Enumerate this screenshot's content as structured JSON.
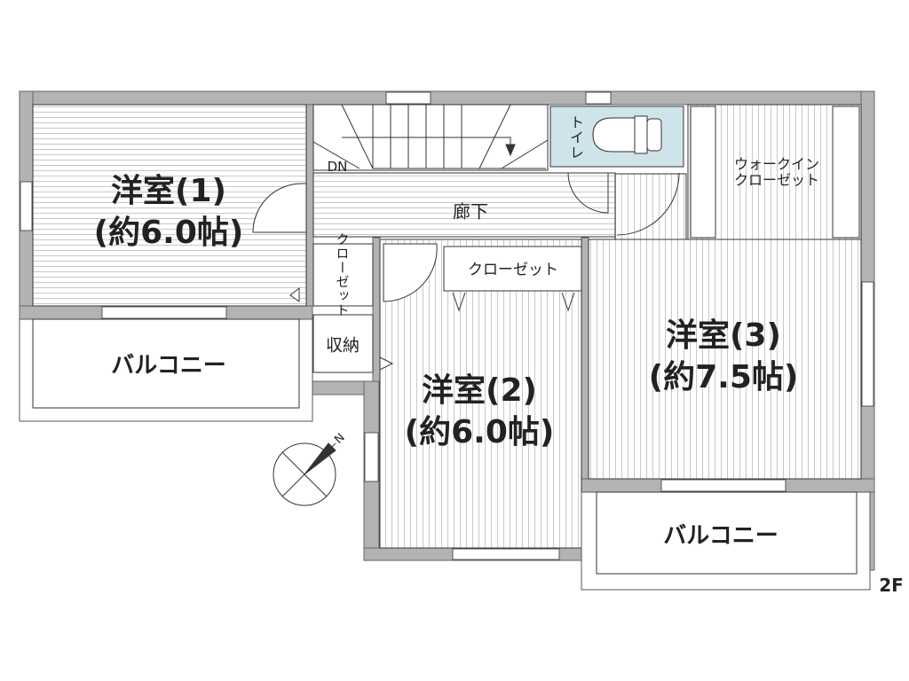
{
  "floor": "2F",
  "rooms": {
    "room1": {
      "name": "洋室(1)",
      "size": "(約6.0帖)"
    },
    "room2": {
      "name": "洋室(2)",
      "size": "(約6.0帖)"
    },
    "room3": {
      "name": "洋室(3)",
      "size": "(約7.5帖)"
    },
    "hallway": "廊下",
    "toilet": "トイレ",
    "walk_in_closet": [
      "ウォークイン",
      "クローゼット"
    ],
    "closet_small_col1": "クロー",
    "closet_small_col2": "ゼット",
    "closet_room2": "クローゼット",
    "storage": "収納",
    "balcony_left": "バルコニー",
    "balcony_right": "バルコニー",
    "stairs_label": "DN"
  },
  "compass": {
    "label": "N"
  },
  "colors": {
    "wall": "#b3b3b3",
    "toilet": "#cfe4ea",
    "line": "#333333"
  }
}
